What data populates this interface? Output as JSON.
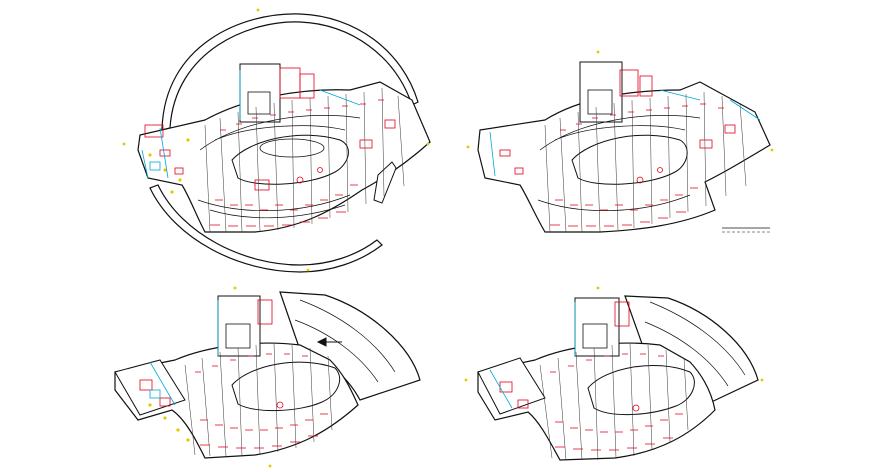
{
  "drawing": {
    "plans": [
      {
        "id": "plan-top-left",
        "has_outer_ring": true,
        "has_stair_block": true
      },
      {
        "id": "plan-top-right",
        "has_outer_ring": false,
        "has_stair_block": false
      },
      {
        "id": "plan-bottom-left",
        "has_outer_ring": false,
        "has_stair_block": false,
        "has_arrow": true
      },
      {
        "id": "plan-bottom-right",
        "has_outer_ring": false,
        "has_stair_block": false
      }
    ],
    "scale_note": "",
    "colors": {
      "walls": "#111111",
      "furniture": "#e0001a",
      "services": "#00a8d8",
      "fixtures": "#e6c800",
      "background": "#ffffff"
    }
  }
}
